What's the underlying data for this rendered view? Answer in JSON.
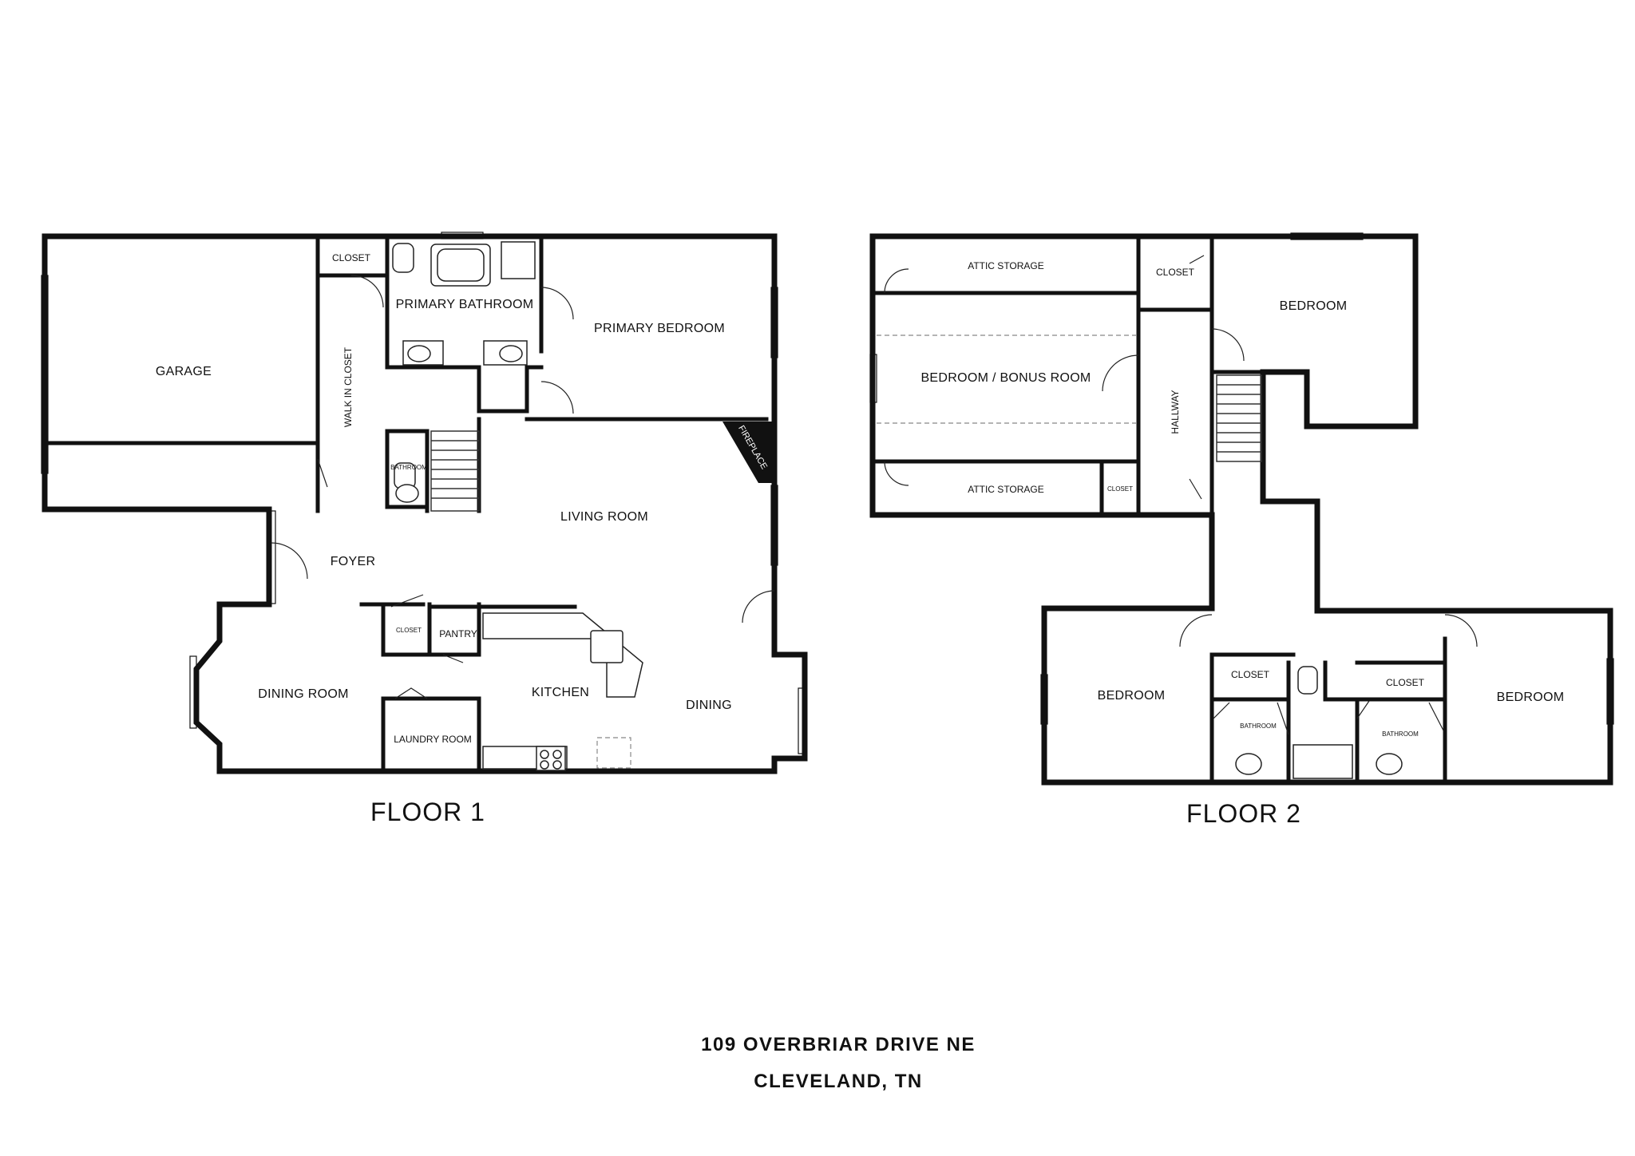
{
  "floor1": {
    "title": "FLOOR 1",
    "rooms": {
      "garage": "GARAGE",
      "closet_top": "CLOSET",
      "primary_bathroom": "PRIMARY BATHROOM",
      "primary_bedroom": "PRIMARY BEDROOM",
      "walk_in_closet": "WALK IN CLOSET",
      "bathroom": "BATHROOM",
      "fireplace": "FIREPLACE",
      "living_room": "LIVING ROOM",
      "foyer": "FOYER",
      "closet_mid": "CLOSET",
      "pantry": "PANTRY",
      "dining_room": "DINING ROOM",
      "kitchen": "KITCHEN",
      "dining": "DINING",
      "laundry_room": "LAUNDRY ROOM"
    }
  },
  "floor2": {
    "title": "FLOOR 2",
    "rooms": {
      "attic_storage_top": "ATTIC STORAGE",
      "closet_top": "CLOSET",
      "bedroom_ne": "BEDROOM",
      "bedroom_bonus": "BEDROOM / BONUS ROOM",
      "hallway": "HALLWAY",
      "attic_storage_bottom": "ATTIC STORAGE",
      "closet_small": "CLOSET",
      "bedroom_sw": "BEDROOM",
      "closet_bath_left": "CLOSET",
      "closet_bath_right": "CLOSET",
      "bathroom_left": "BATHROOM",
      "bathroom_right": "BATHROOM",
      "bedroom_se": "BEDROOM"
    }
  },
  "address": {
    "line1": "109 OVERBRIAR DRIVE NE",
    "line2": "CLEVELAND, TN"
  }
}
